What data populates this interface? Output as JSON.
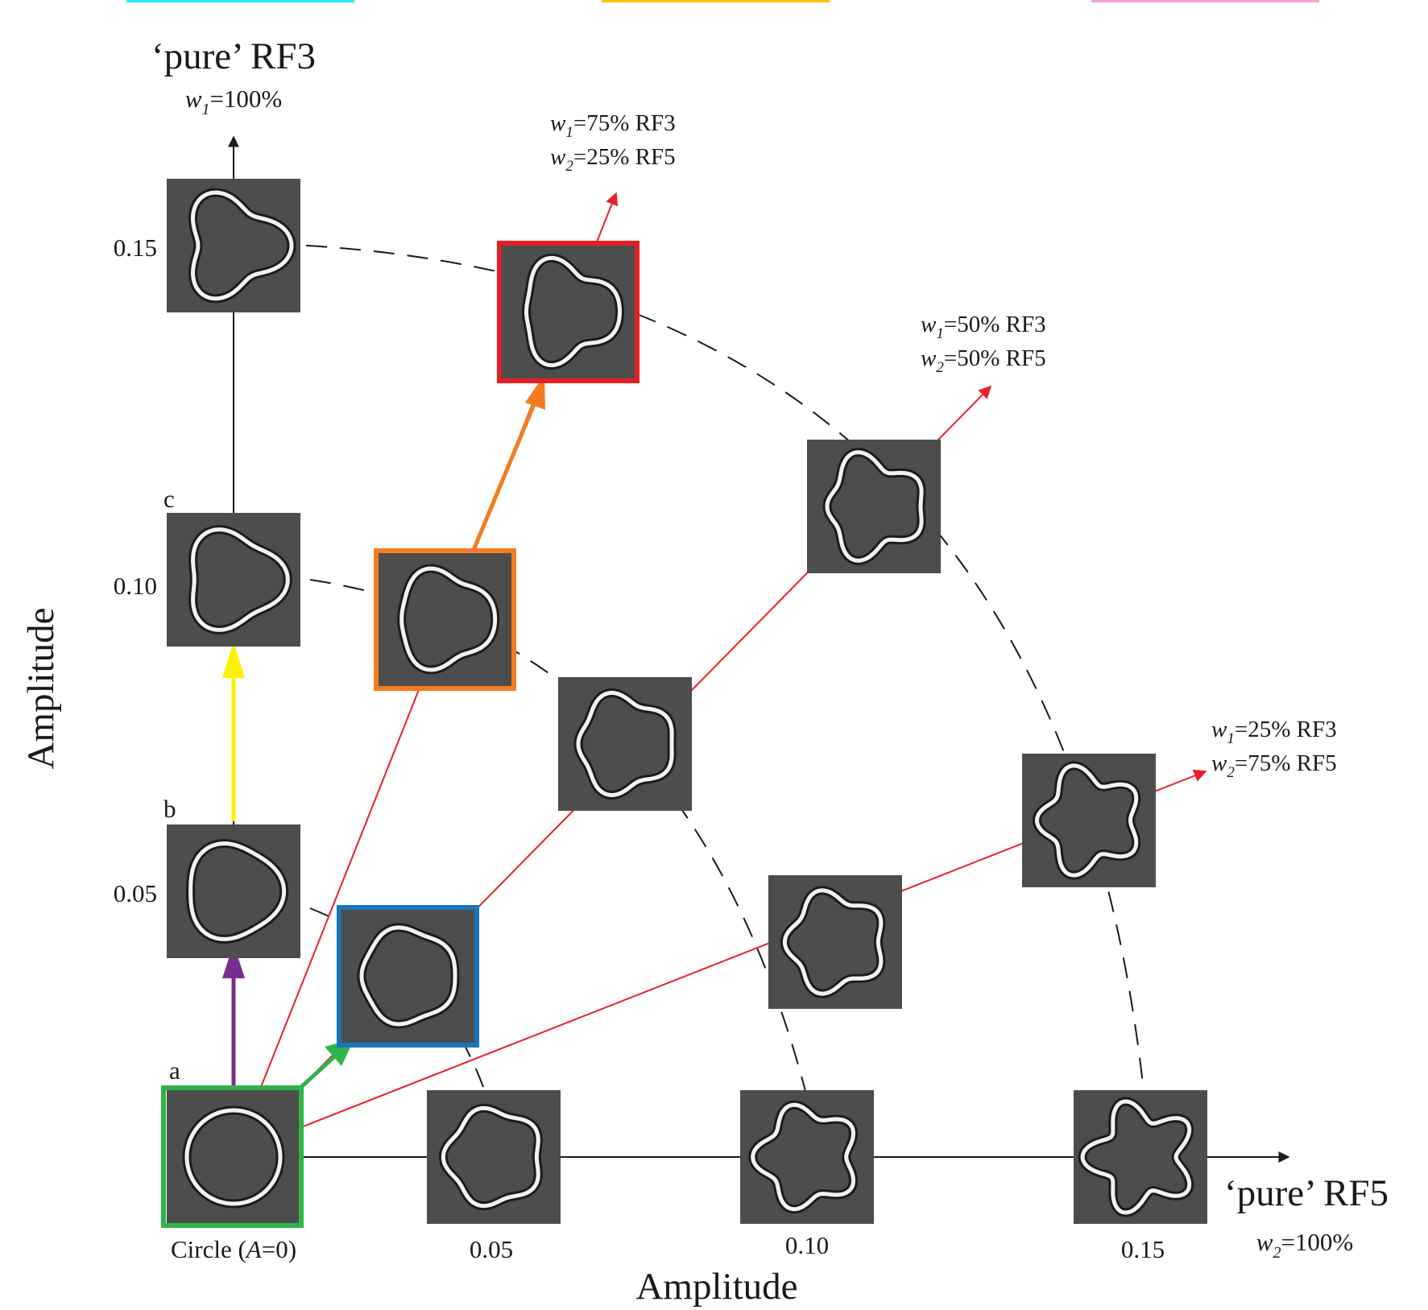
{
  "top_color_bars": [
    "#29e6f0",
    "#ffc20e",
    "#f4a6d7"
  ],
  "axes": {
    "y_axis_title": "Amplitude",
    "x_axis_title": "Amplitude",
    "y_end_label": "‘pure’ RF3",
    "y_end_sublabel_var": "w",
    "y_end_sublabel_sub": "1",
    "y_end_sublabel_val": "=100%",
    "x_end_label": "‘pure’ RF5",
    "x_end_sublabel_var": "w",
    "x_end_sublabel_sub": "2",
    "x_end_sublabel_val": "=100%",
    "y_ticks": [
      "0.15",
      "0.10",
      "0.05"
    ],
    "x_ticks": [
      "0.05",
      "0.10",
      "0.15"
    ],
    "origin_label_pre": "Circle (",
    "origin_label_var": "A",
    "origin_label_post": "=0)"
  },
  "point_labels": [
    "a",
    "b",
    "c"
  ],
  "mixture_labels": [
    {
      "w1": "=75% RF3",
      "w2": "=25% RF5"
    },
    {
      "w1": "=50% RF3",
      "w2": "=50% RF5"
    },
    {
      "w1": "=25% RF3",
      "w2": "=75% RF5"
    }
  ],
  "colors": {
    "mixture_line": "#e8202a",
    "green": "#2fb44a",
    "purple": "#7b2d8e",
    "yellow": "#fff200",
    "orange": "#f37c21",
    "blue": "#1b75bb",
    "red_frame": "#e31e24",
    "stimulus_bg": "#4d4d4d"
  }
}
